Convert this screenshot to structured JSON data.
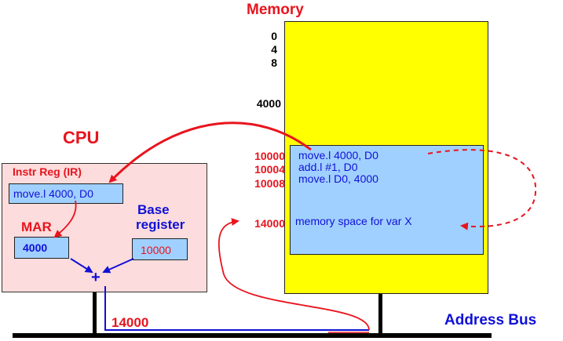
{
  "memory": {
    "title": "Memory",
    "addresses": [
      "0",
      "4",
      "8",
      "4000"
    ],
    "red_addresses": [
      "10000",
      "10004",
      "10008",
      "14000"
    ],
    "code_lines": [
      "move.l  4000, D0",
      "add.l  #1, D0",
      "move.l  D0, 4000"
    ],
    "var_label": "memory space for var X"
  },
  "cpu": {
    "title": "CPU",
    "ir_label": "Instr Reg (IR)",
    "ir_value": "move.l  4000, D0",
    "mar_label": "MAR",
    "mar_value": "4000",
    "base_label_line1": "Base",
    "base_label_line2": "register",
    "base_value": "10000",
    "adder_symbol": "+"
  },
  "bus": {
    "label": "Address Bus",
    "value": "14000"
  },
  "colors": {
    "red": "#e8141e",
    "blue": "#1010d8",
    "memory_fill": "#ffff00",
    "region_fill": "#a0d0ff",
    "cpu_fill": "#fcdcdc"
  }
}
